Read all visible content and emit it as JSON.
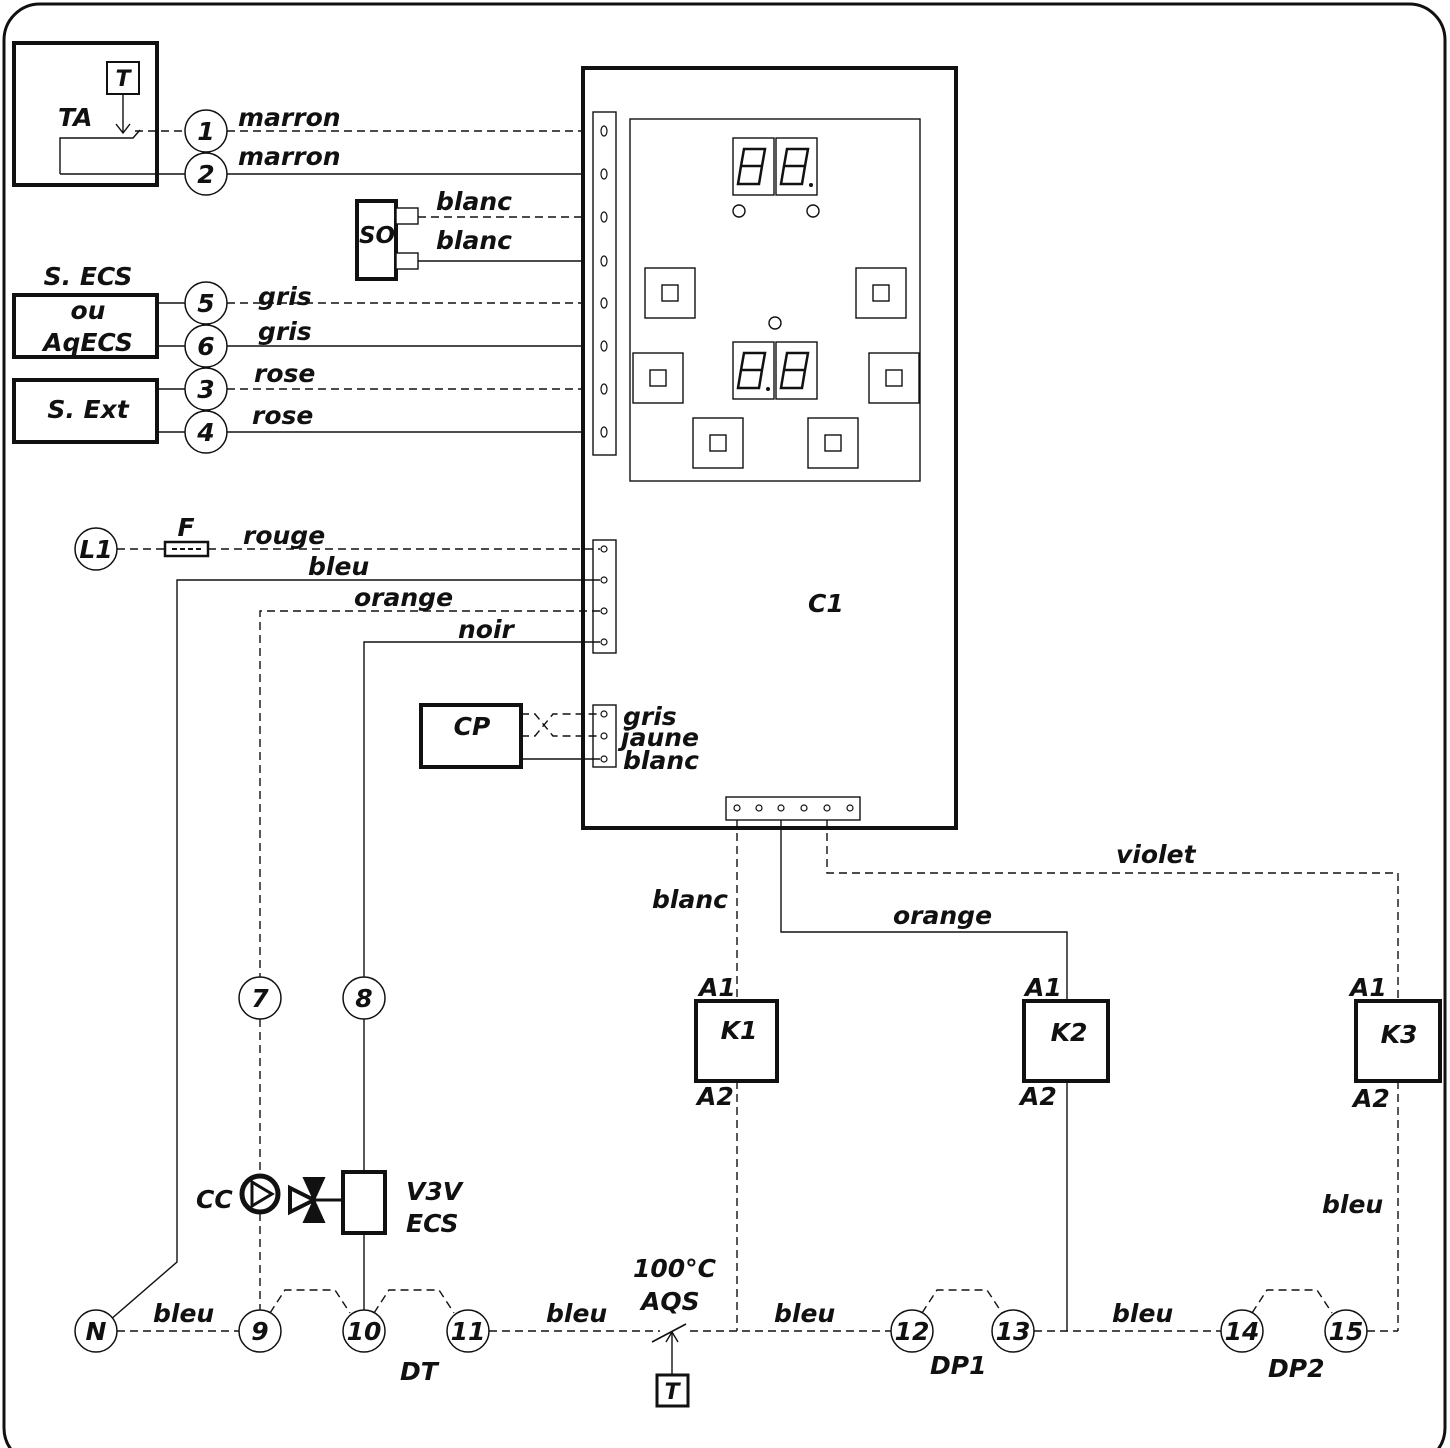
{
  "components": {
    "ta": "TA",
    "t_top": "T",
    "so": "SO",
    "s_ecs": "S. ECS",
    "ou": "ou",
    "aqecs": "AqECS",
    "s_ext": "S. Ext",
    "l1": "L1",
    "f": "F",
    "c1": "C1",
    "cp": "CP",
    "cc": "CC",
    "v3v": "V3V",
    "ecs": "ECS",
    "n": "N",
    "dt": "DT",
    "temp": "100°C",
    "aqs": "AQS",
    "t_bottom": "T",
    "dp1": "DP1",
    "dp2": "DP2",
    "k1": "K1",
    "k2": "K2",
    "k3": "K3",
    "a1": "A1",
    "a2": "A2"
  },
  "wires": {
    "w1": "marron",
    "w2": "marron",
    "so1": "blanc",
    "so2": "blanc",
    "w5": "gris",
    "w6": "gris",
    "w3": "rose",
    "w4": "rose",
    "l1": "rouge",
    "n": "bleu",
    "orange_top": "orange",
    "noir": "noir",
    "cp1": "gris",
    "cp2": "jaune",
    "cp3": "blanc",
    "violet": "violet",
    "blanc_k1": "blanc",
    "orange_k2": "orange",
    "bleu_k3": "bleu",
    "bottom_1": "bleu",
    "bottom_2": "bleu",
    "bottom_3": "bleu",
    "bottom_4": "bleu"
  },
  "terminals": {
    "t1": "1",
    "t2": "2",
    "t5": "5",
    "t6": "6",
    "t3": "3",
    "t4": "4",
    "t7": "7",
    "t8": "8",
    "t9": "9",
    "t10": "10",
    "t11": "11",
    "t12": "12",
    "t13": "13",
    "t14": "14",
    "t15": "15"
  }
}
